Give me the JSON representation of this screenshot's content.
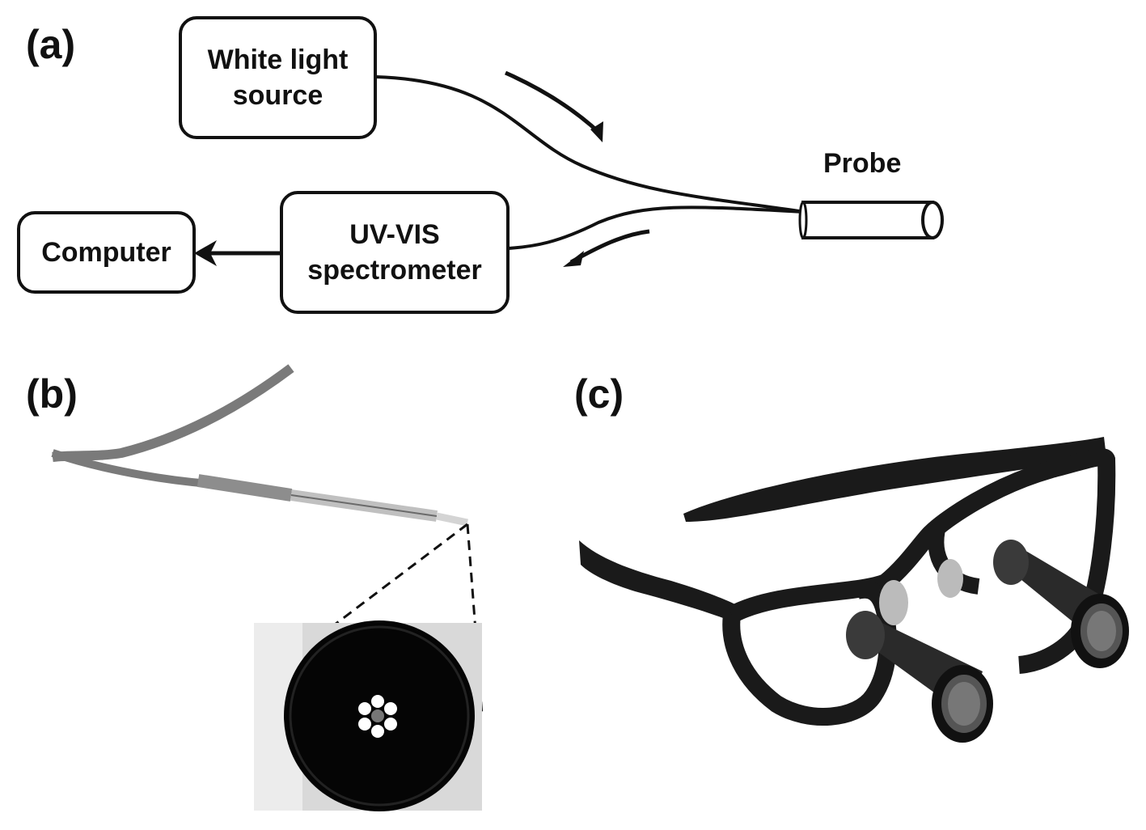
{
  "panels": {
    "a": {
      "label": "(a)"
    },
    "b": {
      "label": "(b)"
    },
    "c": {
      "label": "(c)"
    }
  },
  "diagram": {
    "white_light_source": "White light source",
    "spectrometer_line1": "UV-VIS",
    "spectrometer_line2": "spectrometer",
    "computer": "Computer",
    "probe": "Probe"
  },
  "colors": {
    "ink": "#111111",
    "fiber_cable": "#6e6e6e",
    "probe_tip": "#bfbfbf",
    "fiber_core": "#ffffff"
  },
  "images": {
    "probe_photo": "fiber-optic-probe-photo",
    "probe_tip_closeup": "probe-tip-with-six-fibers",
    "loupe_glasses": "surgical-loupe-eyeglasses"
  }
}
